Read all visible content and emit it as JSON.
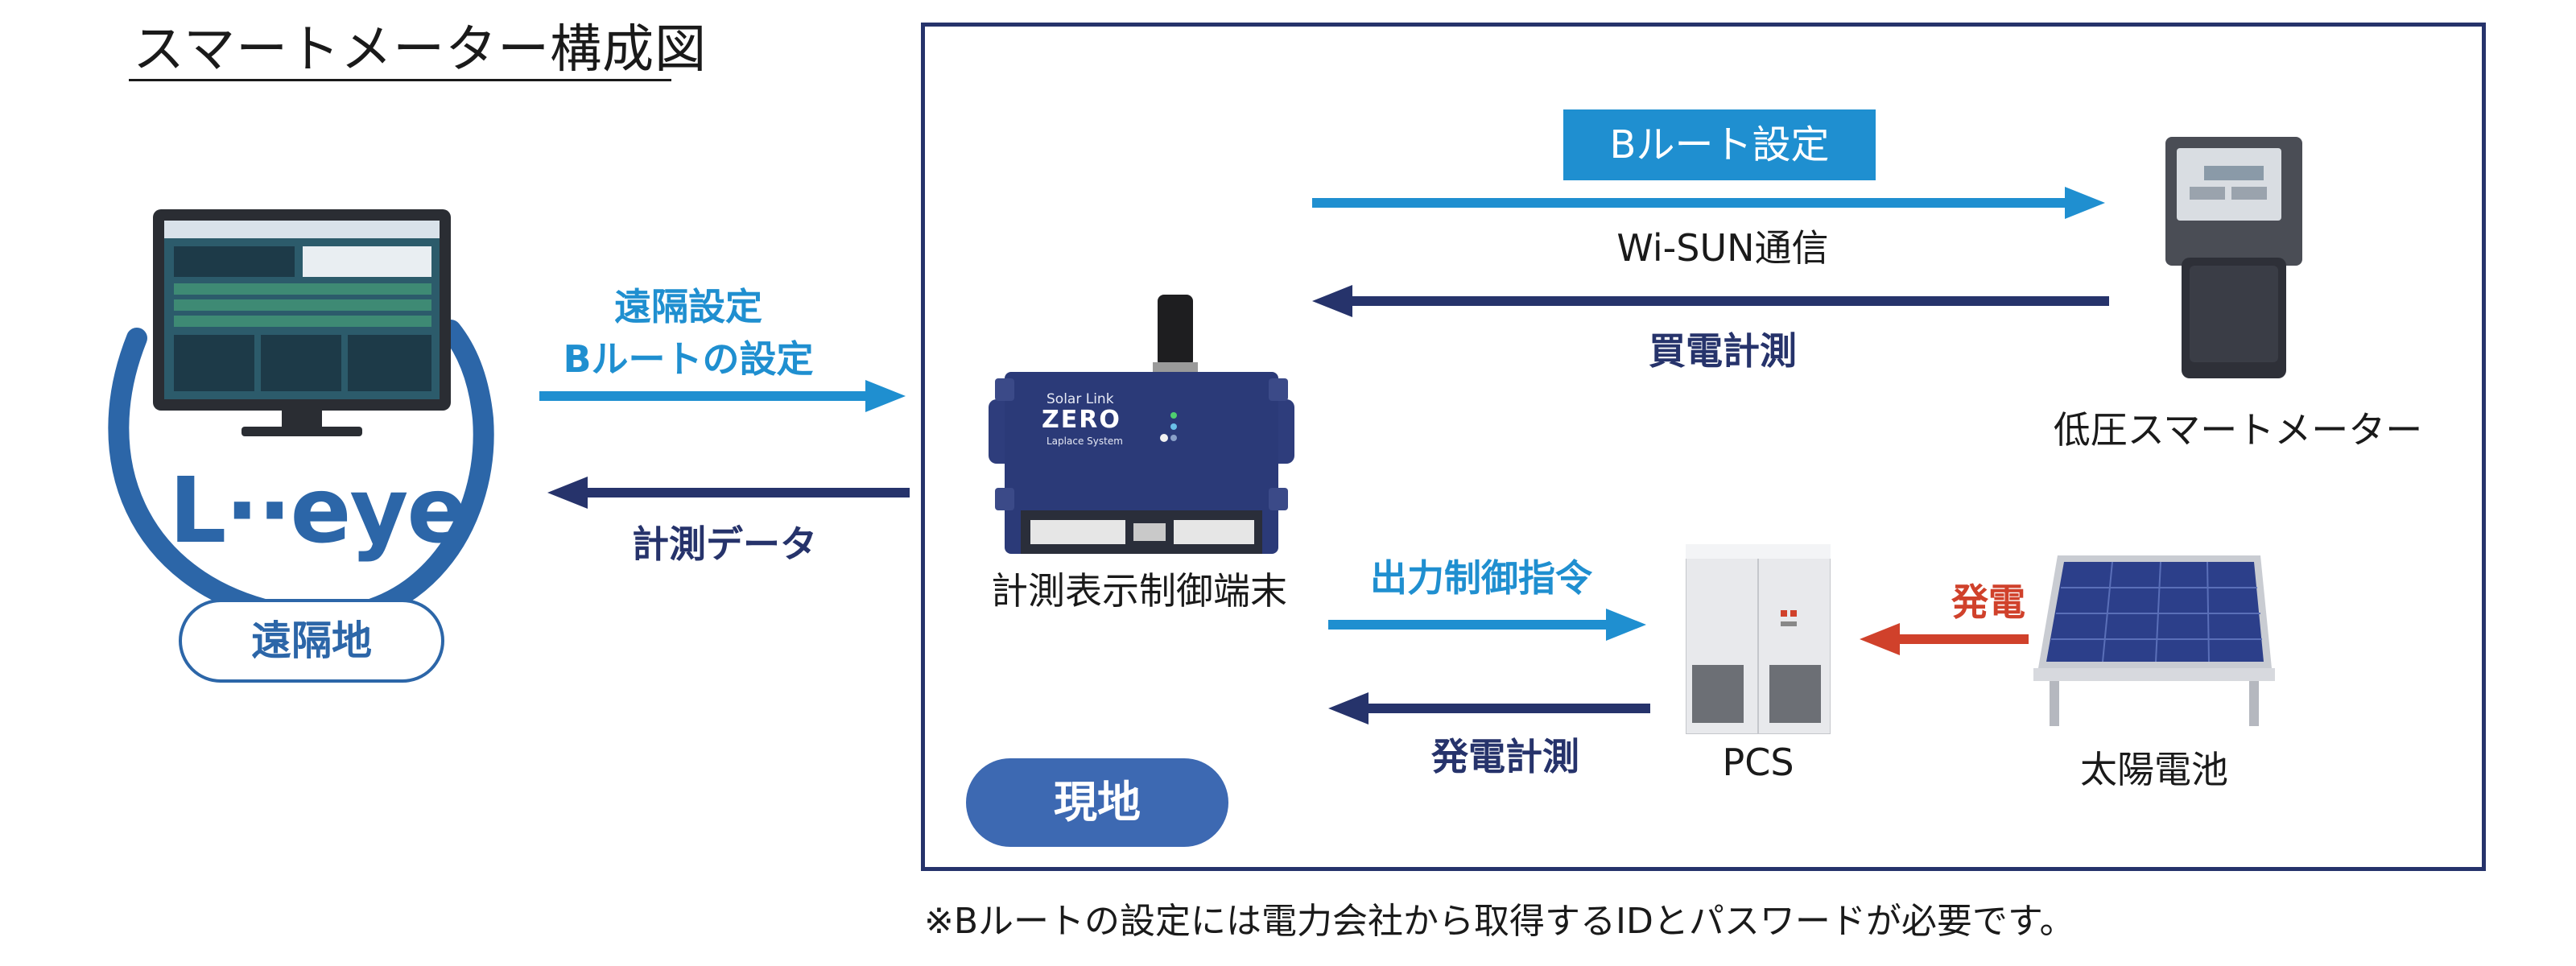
{
  "title": "スマートメーター構成図",
  "remote": {
    "logo": "L··eye",
    "place_label": "遠隔地"
  },
  "site": {
    "place_label": "現地"
  },
  "arrows": {
    "remote_setting_line1": "遠隔設定",
    "remote_setting_line2": "Bルートの設定",
    "measurement_data": "計測データ",
    "broute_setting": "Bルート設定",
    "wisun": "Wi-SUN通信",
    "purchase_measure": "買電計測",
    "output_control": "出力制御指令",
    "generation_measure": "発電計測",
    "generation": "発電"
  },
  "devices": {
    "terminal_label": "計測表示制御端末",
    "terminal_brand_line1": "Solar Link",
    "terminal_brand_line2": "ZERO",
    "terminal_maker": "Laplace System",
    "meter_label": "低圧スマートメーター",
    "pcs_label": "PCS",
    "solar_label": "太陽電池"
  },
  "footnote": "※Bルートの設定には電力会社から取得するIDとパスワードが必要です。",
  "colors": {
    "light_blue": "#1f8fd0",
    "navy": "#26336b",
    "red": "#d0412b",
    "remote_blue": "#2c66a8",
    "site_pill": "#3d69b2"
  }
}
